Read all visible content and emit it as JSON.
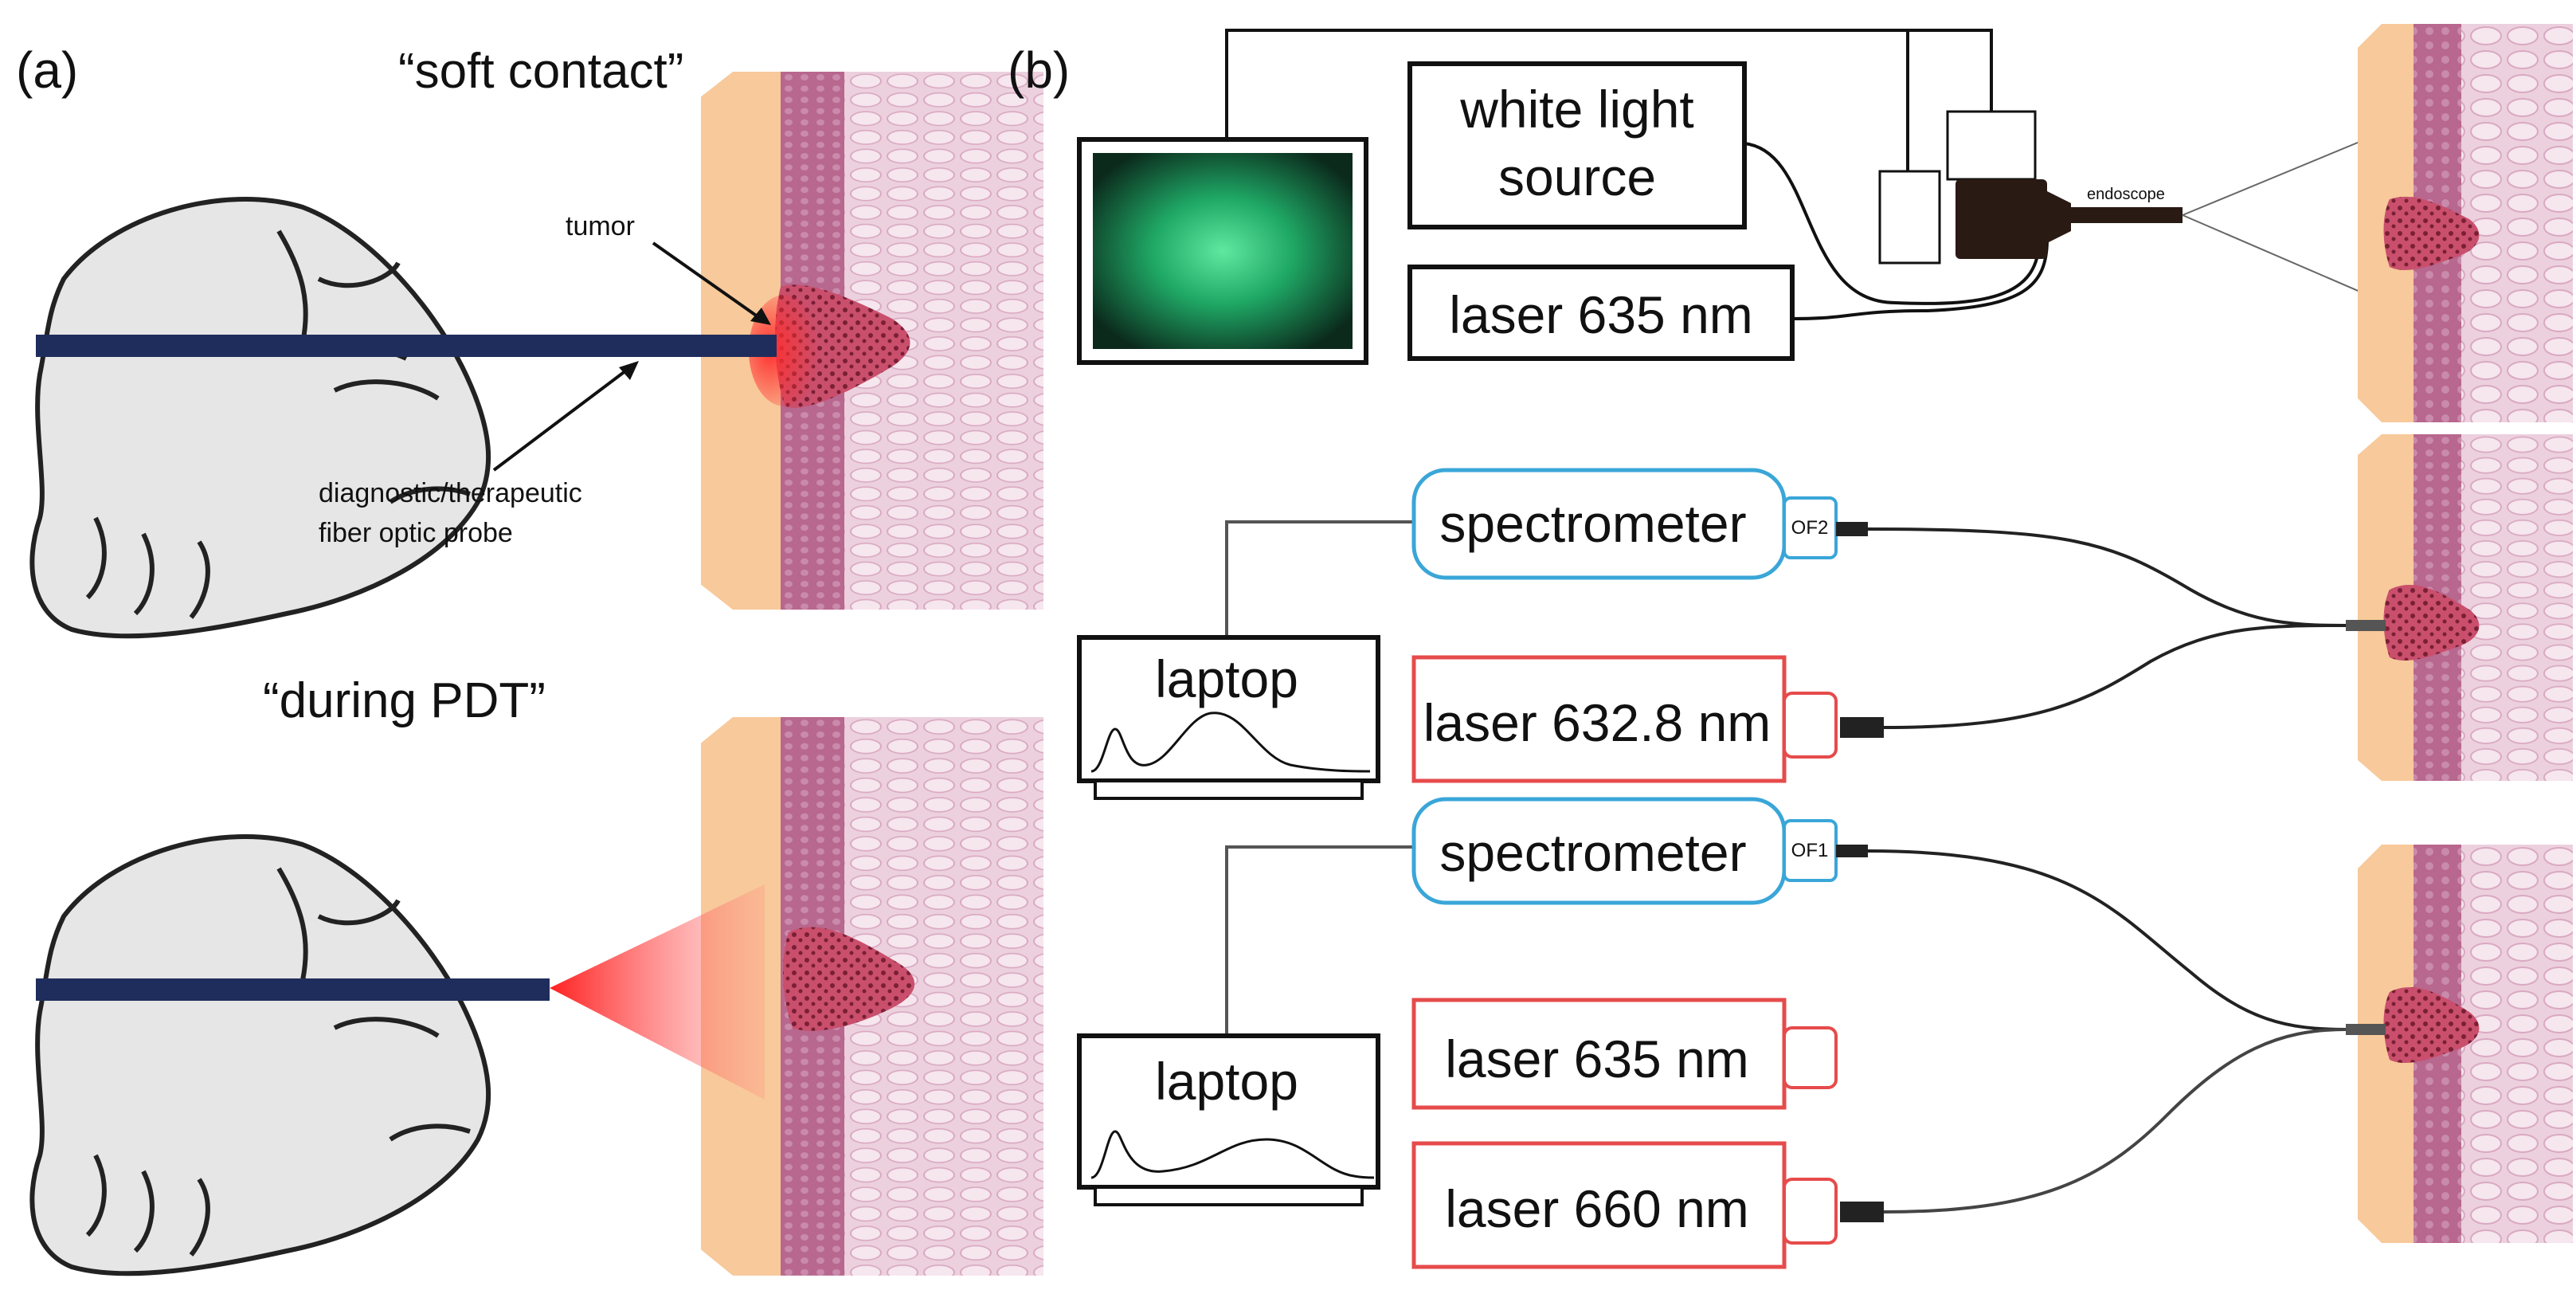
{
  "panel_a": {
    "letter": "(a)",
    "top_title": "“soft contact”",
    "bottom_title": "“during PDT”",
    "tumor_label": "tumor",
    "probe_label_line1": "diagnostic/therapeutic",
    "probe_label_line2": "fiber optic probe"
  },
  "panel_b": {
    "letter": "(b)",
    "white_light_line1": "white light",
    "white_light_line2": "source",
    "laser_top": "laser 635 nm",
    "endoscope_label": "endoscope",
    "spectrometer_1": "spectrometer",
    "of2": "OF2",
    "laptop_1": "laptop",
    "laser_mid": "laser 632.8 nm",
    "spectrometer_2": "spectrometer",
    "of1": "OF1",
    "laptop_2": "laptop",
    "laser_low1": "laser 635 nm",
    "laser_low2": "laser 660 nm"
  },
  "colors": {
    "probe": "#1f2d5c",
    "glove": "#e6e6e6",
    "skin_outer": "#f8c99a",
    "skin_mid": "#b8678e",
    "tissue": "#e9c8d8",
    "tumor": "#c94f6d",
    "laser_red": "#ef2b2b",
    "spectrometer_border": "#3aa6d8",
    "laser_box_border": "#e64b4b",
    "screen_green": "#22c07a"
  }
}
